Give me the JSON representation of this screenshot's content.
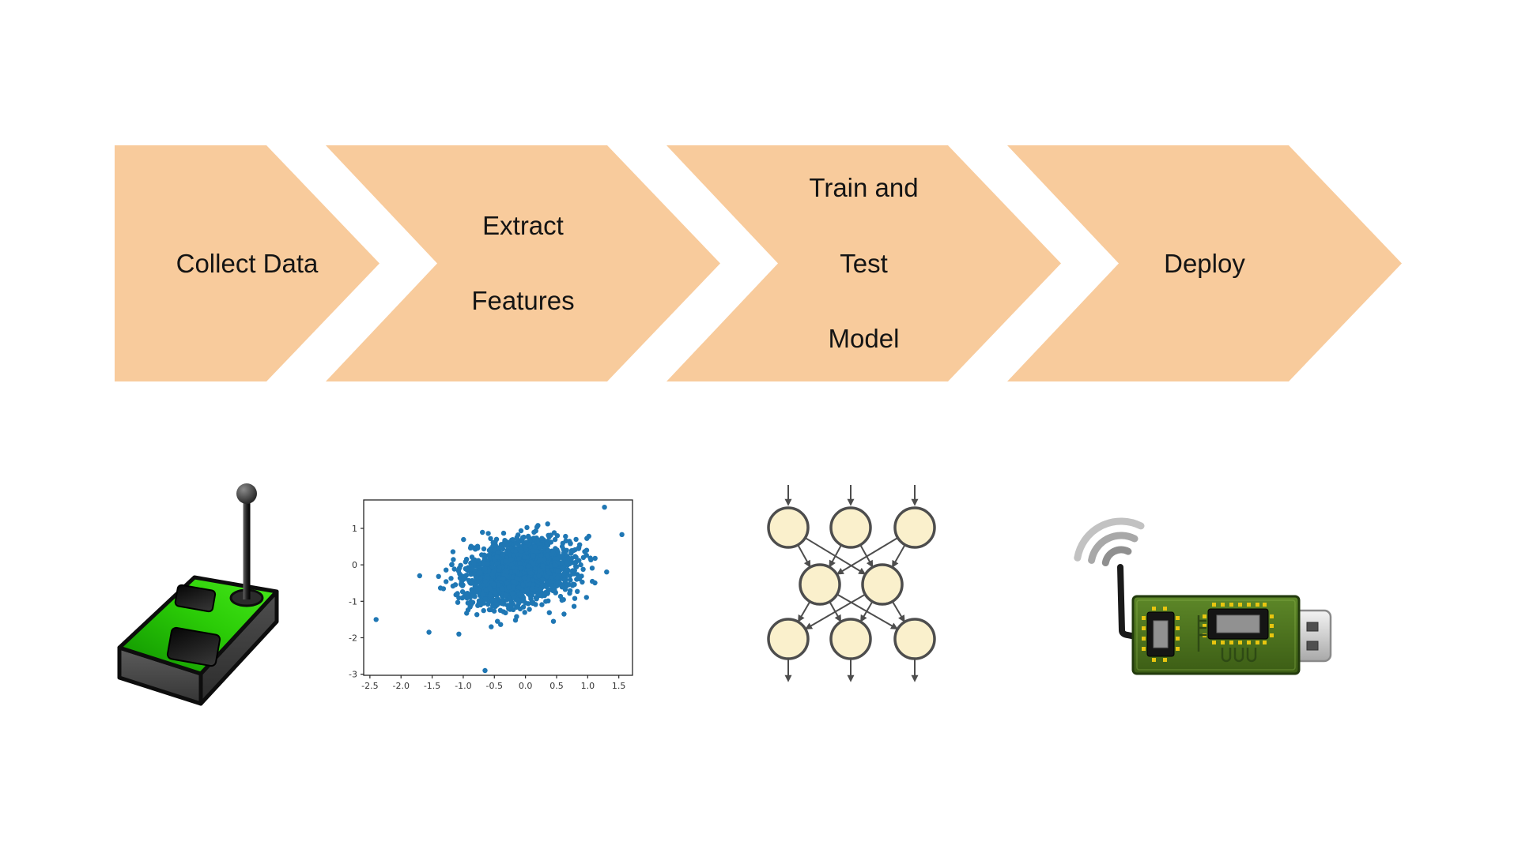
{
  "page": {
    "background": "#ffffff",
    "description": "Machine learning pipeline flow diagram"
  },
  "pipeline": {
    "arrow_color": "#F8CB9C",
    "text_color": "#141414",
    "steps": [
      {
        "label": "Collect Data",
        "lines": [
          "Collect Data"
        ]
      },
      {
        "label": "Extract Features",
        "lines": [
          "Extract",
          "Features"
        ]
      },
      {
        "label": "Train and Test Model",
        "lines": [
          "Train and",
          "Test",
          "Model"
        ]
      },
      {
        "label": "Deploy",
        "lines": [
          "Deploy"
        ]
      }
    ]
  },
  "icons": {
    "sensor": "wireless-sensor-node-icon",
    "scatter": "feature-scatter-plot",
    "network": "neural-network-icon",
    "dongle": "usb-wireless-dongle-icon",
    "sensor_green": "#2BCC07",
    "board_green": "#4E7320"
  },
  "neural_network": {
    "layers": [
      3,
      2,
      3
    ],
    "node_fill": "#FAF0CC",
    "stroke": "#4D4D4D"
  },
  "chart_data": {
    "type": "scatter",
    "title": "",
    "xlabel": "",
    "ylabel": "",
    "grid": false,
    "legend": false,
    "xlim": [
      -2.6,
      1.72
    ],
    "ylim": [
      -3.03,
      1.78
    ],
    "x_ticks": {
      "values": [
        -2.5,
        -2.0,
        -1.5,
        -1.0,
        -0.5,
        0.0,
        0.5,
        1.0,
        1.5
      ],
      "labels": [
        "-2.5",
        "-2.0",
        "-1.5",
        "-1.0",
        "-0.5",
        "0.0",
        "0.5",
        "1.0",
        "1.5"
      ]
    },
    "y_ticks": {
      "values": [
        1,
        0,
        -1,
        -2,
        -3
      ],
      "labels": [
        "1",
        "0",
        "-1",
        "-2",
        "-3"
      ]
    },
    "cluster": {
      "n": 2000,
      "center": [
        -0.12,
        -0.2
      ],
      "std": [
        0.42,
        0.43
      ],
      "corr": 0.25,
      "seed": 42
    },
    "outliers": [
      [
        -2.4,
        -1.5
      ],
      [
        -1.7,
        -0.3
      ],
      [
        -1.55,
        -1.85
      ],
      [
        -1.07,
        -1.9
      ],
      [
        -0.65,
        -2.9
      ],
      [
        -0.45,
        -1.55
      ],
      [
        0.45,
        -1.55
      ],
      [
        1.27,
        1.58
      ],
      [
        1.55,
        0.83
      ],
      [
        -0.55,
        -1.7
      ],
      [
        0.62,
        -1.35
      ]
    ],
    "point_color": "#1f77b4",
    "point_radius": 3.2,
    "spine_color": "#262626",
    "tick_label_color": "#333333"
  }
}
